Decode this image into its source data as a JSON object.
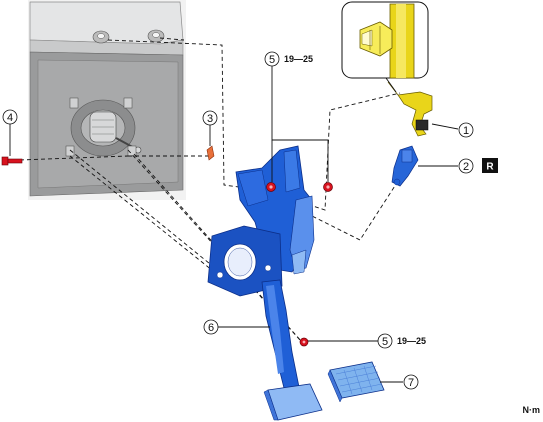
{
  "callouts": {
    "c1": "1",
    "c2": "2",
    "c3": "3",
    "c4": "4",
    "c5_top": "5",
    "c5_bottom": "5",
    "c6": "6",
    "c7": "7"
  },
  "torque": {
    "top": "19—25",
    "bottom": "19—25"
  },
  "badge_r": "R",
  "unit_label": "N·m",
  "colors": {
    "pedal_blue": "#1f5fd6",
    "pedal_dark": "#0c2f8a",
    "pedal_light": "#6fa2f0",
    "sensor_yellow": "#e9d51a",
    "nut_red": "#d8121e",
    "pad_blue": "#7fb3ee",
    "bulkhead_gray": "#d9dadb"
  }
}
